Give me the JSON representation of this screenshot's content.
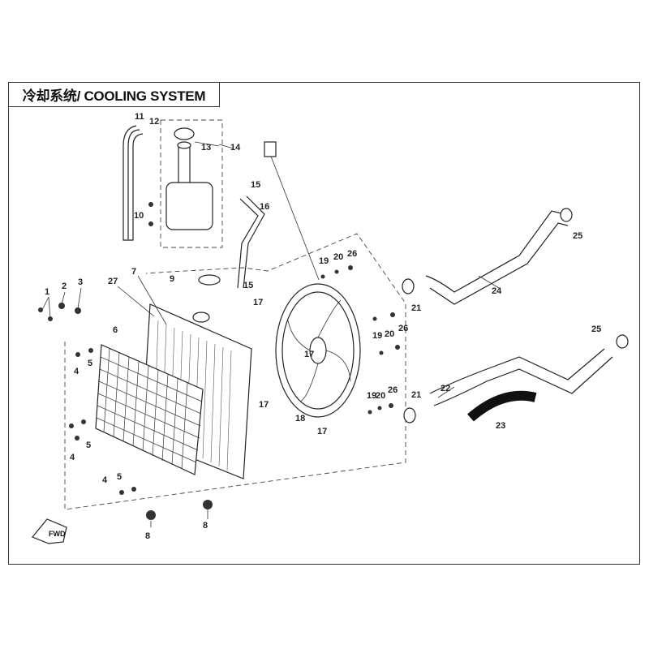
{
  "title": "冷却系统/ COOLING SYSTEM",
  "fwd_label": "FWD",
  "callouts": [
    "11",
    "12",
    "13",
    "14",
    "15",
    "16",
    "10",
    "9",
    "15",
    "17",
    "19",
    "20",
    "26",
    "7",
    "27",
    "1",
    "2",
    "3",
    "6",
    "4",
    "5",
    "17",
    "19",
    "20",
    "26",
    "17",
    "18",
    "19",
    "20",
    "26",
    "17",
    "21",
    "24",
    "25",
    "25",
    "22",
    "21",
    "23",
    "4",
    "5",
    "4",
    "5",
    "8",
    "8"
  ]
}
